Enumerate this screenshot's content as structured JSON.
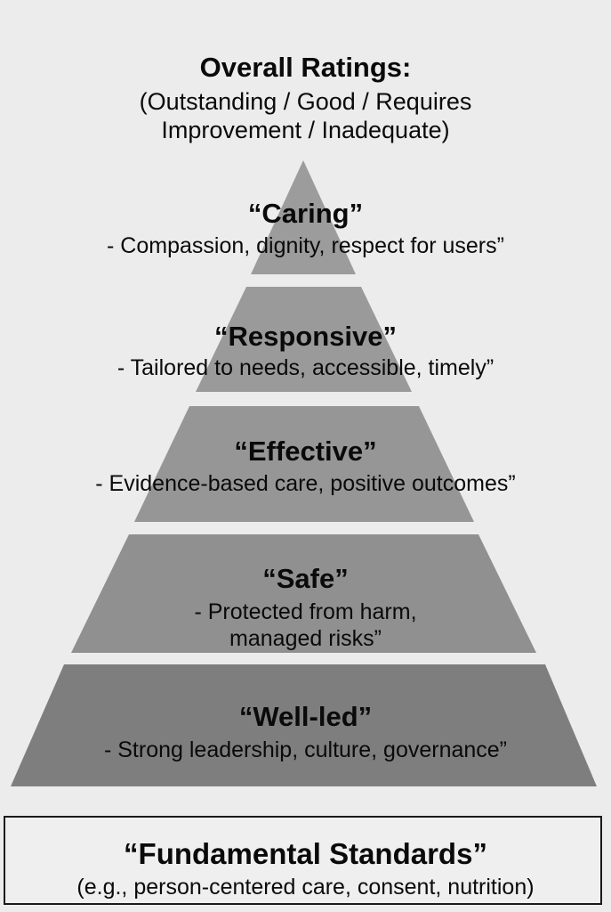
{
  "header": {
    "title": "Overall Ratings:",
    "subtitle_line1": "(Outstanding / Good / Requires",
    "subtitle_line2": "Improvement / Inadequate)"
  },
  "tiers": [
    {
      "name": "“Caring”",
      "desc": [
        "- Compassion, dignity, respect for users”"
      ],
      "color": "#9c9c9c"
    },
    {
      "name": "“Responsive”",
      "desc": [
        "- Tailored to needs, accessible, timely”"
      ],
      "color": "#9a9a9a"
    },
    {
      "name": "“Effective”",
      "desc": [
        "- Evidence-based care, positive outcomes”"
      ],
      "color": "#969696"
    },
    {
      "name": "“Safe”",
      "desc": [
        "- Protected from harm,",
        "managed risks”"
      ],
      "color": "#909090"
    },
    {
      "name": "“Well-led”",
      "desc": [
        "- Strong leadership, culture, governance”"
      ],
      "color": "#7e7e7e"
    }
  ],
  "base": {
    "name": "“Fundamental Standards”",
    "desc": "(e.g., person-centered care, consent, nutrition)"
  }
}
